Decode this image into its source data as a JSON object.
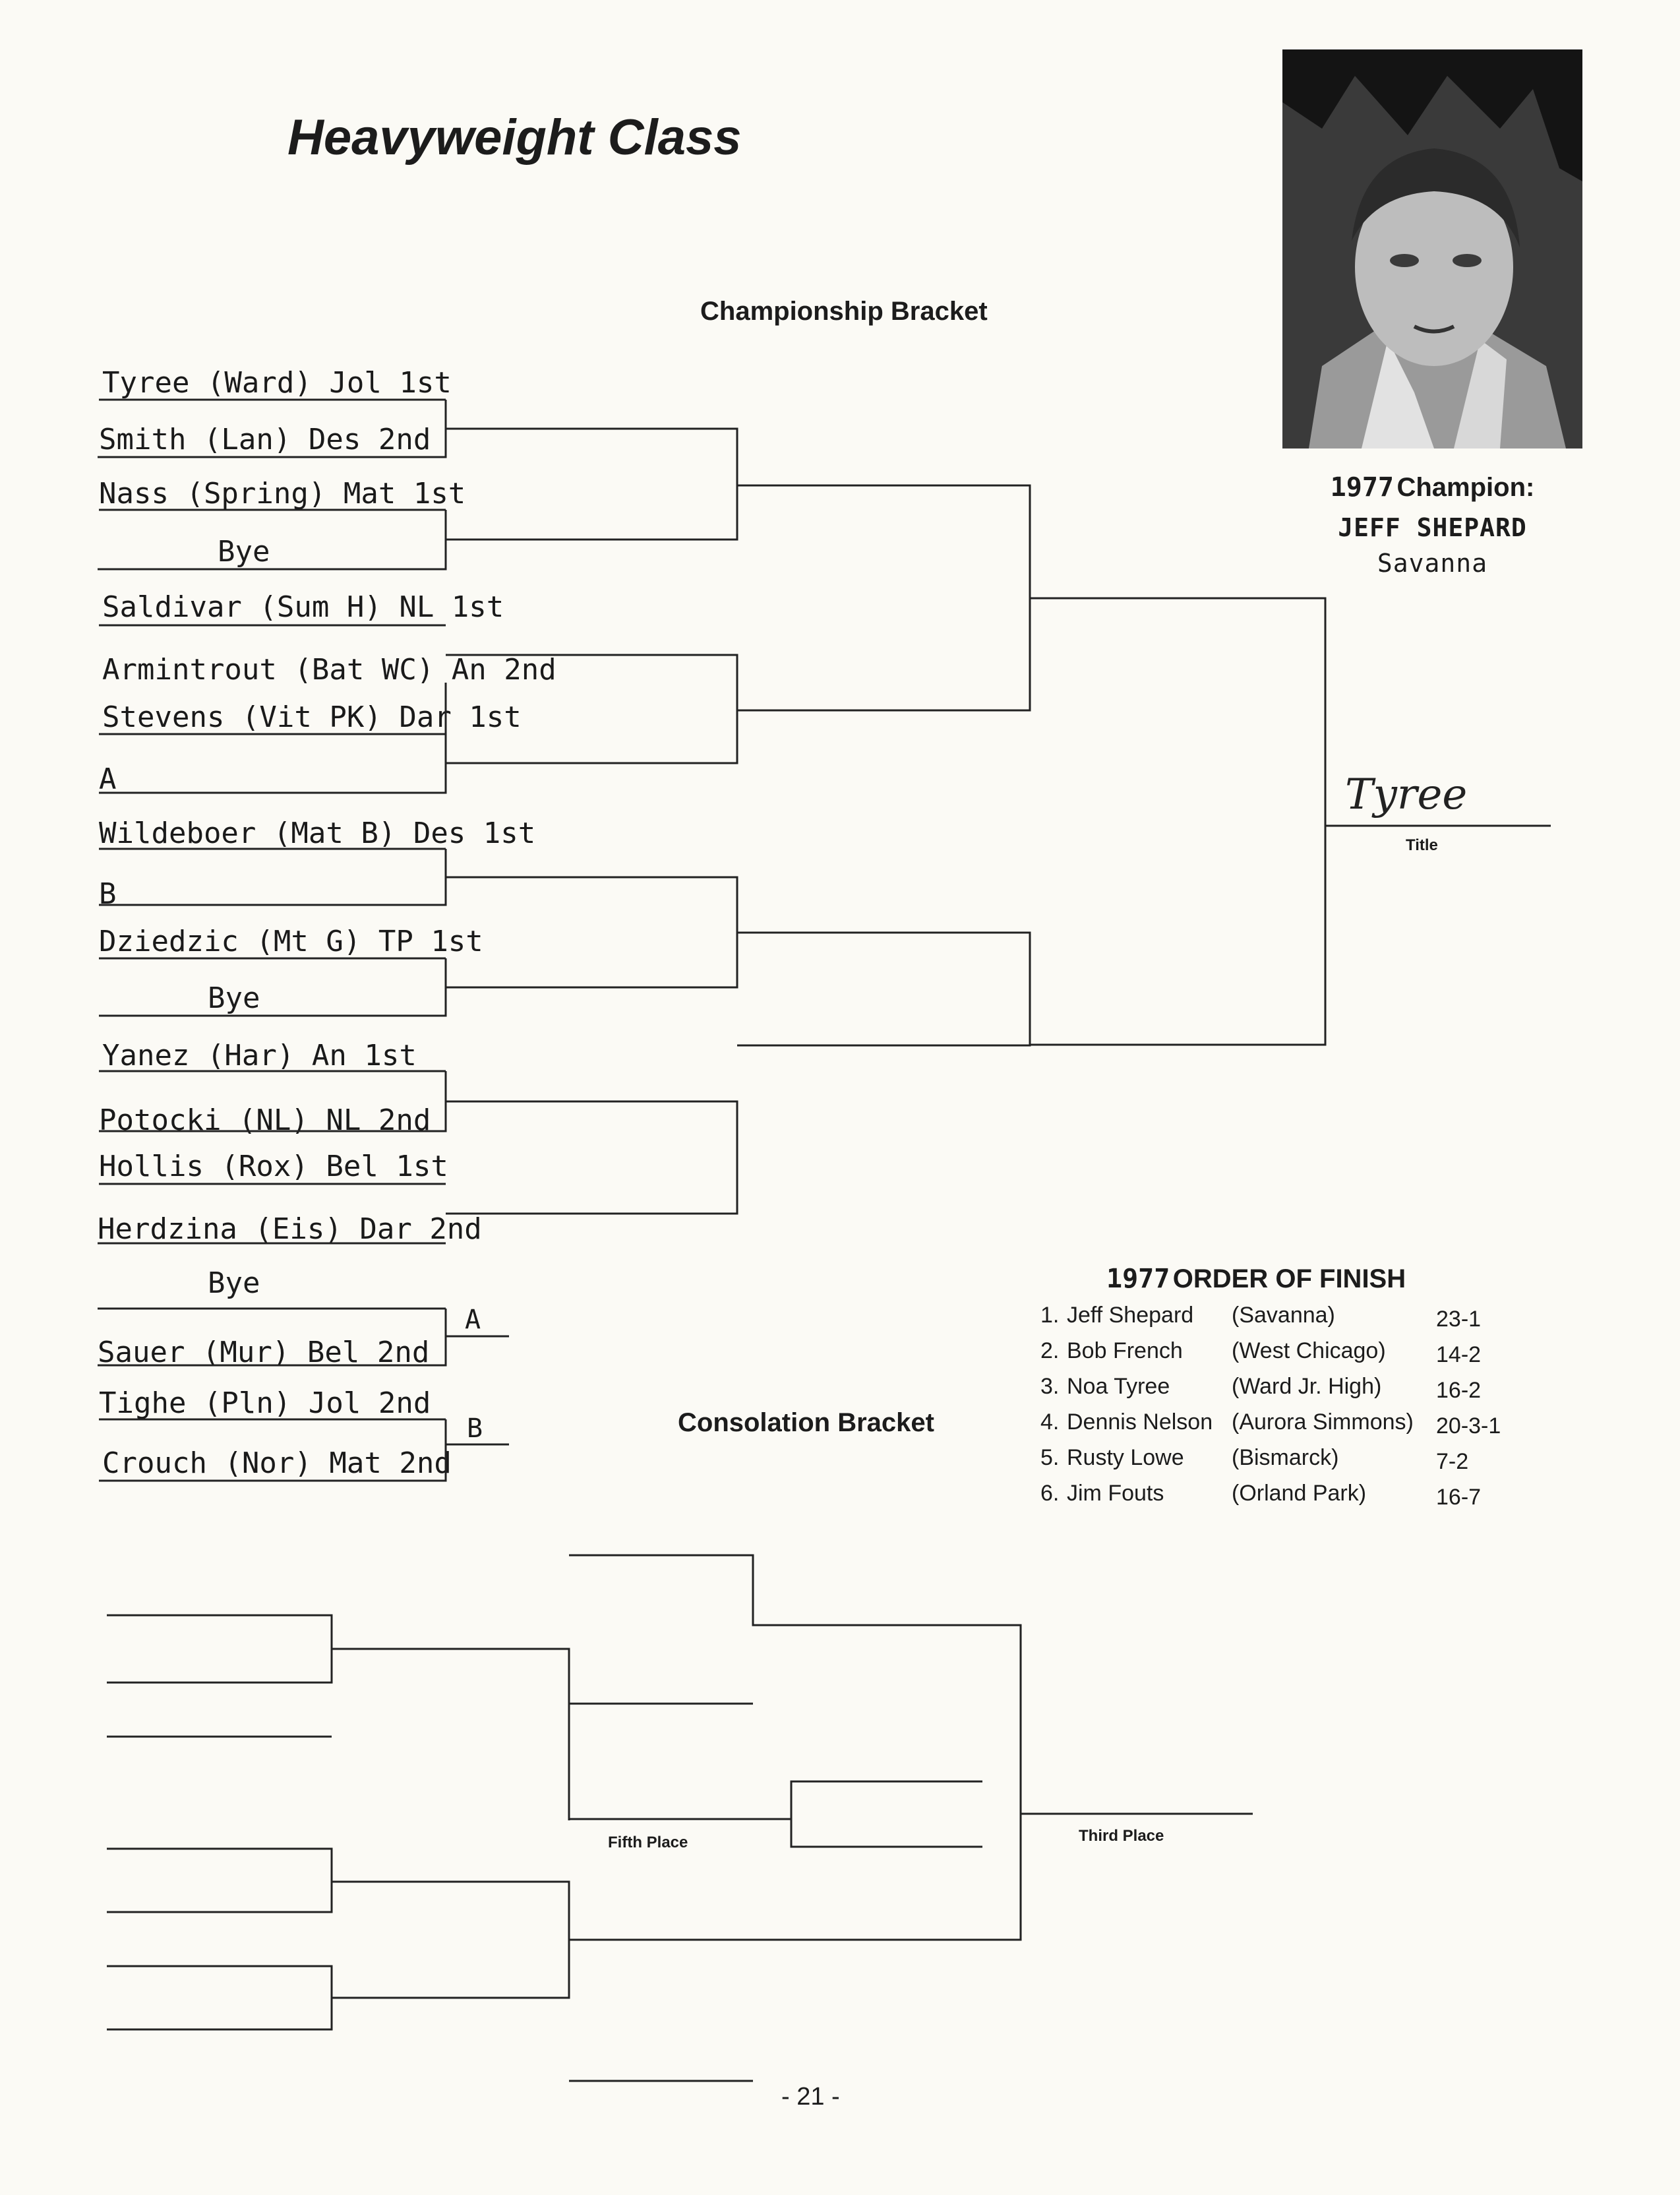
{
  "header": {
    "title": "Heavyweight Class"
  },
  "championship": {
    "label": "Championship Bracket",
    "entries": [
      "Tyree (Ward) Jol 1st",
      "Smith (Lan) Des 2nd",
      "Nass (Spring) Mat 1st",
      "Bye",
      "Saldivar (Sum H) NL 1st",
      "Armintrout (Bat WC) An 2nd",
      "Stevens (Vit PK) Dar 1st",
      "A",
      "Wildeboer (Mat B) Des 1st",
      "B",
      "Dziedzic (Mt G) TP 1st",
      "Bye",
      "Yanez (Har) An 1st",
      "Potocki (NL) NL 2nd",
      "Hollis (Rox) Bel 1st",
      "Herdzina (Eis) Dar 2nd"
    ],
    "winner_signature": "Tyree",
    "title_label": "Title"
  },
  "prelims": {
    "entries": [
      "Bye",
      "Sauer (Mur) Bel 2nd",
      "Tighe (Pln) Jol 2nd",
      "Crouch (Nor) Mat 2nd"
    ],
    "outputs": [
      "A",
      "B"
    ]
  },
  "champion": {
    "heading_year": "1977",
    "heading": "Champion:",
    "name": "JEFF SHEPARD",
    "school": "Savanna"
  },
  "finish": {
    "heading_year": "1977",
    "heading": "ORDER OF FINISH",
    "rows": [
      {
        "place": "1.",
        "name": "Jeff Shepard",
        "school": "(Savanna)",
        "record": "23-1"
      },
      {
        "place": "2.",
        "name": "Bob French",
        "school": "(West Chicago)",
        "record": "14-2"
      },
      {
        "place": "3.",
        "name": "Noa Tyree",
        "school": "(Ward Jr. High)",
        "record": "16-2"
      },
      {
        "place": "4.",
        "name": "Dennis Nelson",
        "school": "(Aurora Simmons)",
        "record": "20-3-1"
      },
      {
        "place": "5.",
        "name": "Rusty Lowe",
        "school": "(Bismarck)",
        "record": "7-2"
      },
      {
        "place": "6.",
        "name": "Jim Fouts",
        "school": "(Orland Park)",
        "record": "16-7"
      }
    ]
  },
  "consolation": {
    "label": "Consolation Bracket",
    "fifth": "Fifth Place",
    "third": "Third Place"
  },
  "footer": {
    "page": "- 21 -"
  }
}
